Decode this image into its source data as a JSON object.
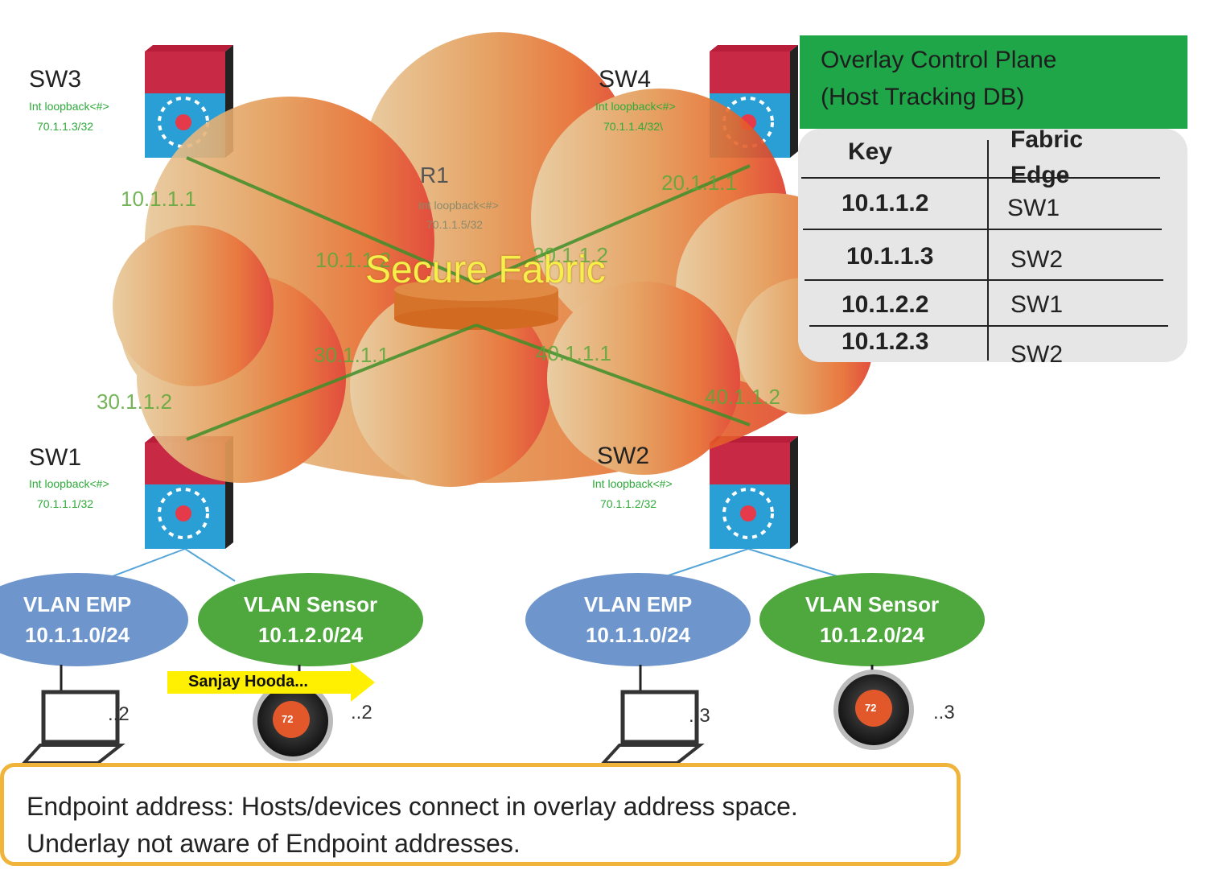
{
  "switches": {
    "sw3": {
      "name": "SW3",
      "loopback": "Int loopback<#>",
      "address": "70.1.1.3/32"
    },
    "sw4": {
      "name": "SW4",
      "loopback": "Int loopback<#>",
      "address": "70.1.1.4/32\\"
    },
    "sw1": {
      "name": "SW1",
      "loopback": "Int loopback<#>",
      "address": "70.1.1.1/32"
    },
    "sw2": {
      "name": "SW2",
      "loopback": "Int loopback<#>",
      "address": "70.1.1.2/32"
    }
  },
  "router": {
    "name": "R1",
    "loopback": "Int loopback<#>",
    "address": "70.1.1.5/32"
  },
  "cloud": {
    "label": "Secure Fabric"
  },
  "links": {
    "sw3_side": "10.1.1.1",
    "r1_to_sw3": "10.1.1.2",
    "sw4_side": "20.1.1.1",
    "r1_to_sw4": "20.1.1.2",
    "r1_to_sw1": "30.1.1.1",
    "sw1_side": "30.1.1.2",
    "r1_to_sw2": "40.1.1.1",
    "sw2_side": "40.1.1.2"
  },
  "control_plane": {
    "line1": "Overlay Control  Plane",
    "line2": "(Host Tracking DB)"
  },
  "tracking_table": {
    "headers": [
      "Key",
      "Fabric Edge"
    ],
    "rows": [
      {
        "key": "10.1.1.2",
        "edge": "SW1"
      },
      {
        "key": "10.1.1.3",
        "edge": "SW2"
      },
      {
        "key": "10.1.2.2",
        "edge": "SW1"
      },
      {
        "key": "10.1.2.3",
        "edge": "SW2"
      }
    ]
  },
  "vlans": [
    {
      "name": "VLAN EMP",
      "subnet": "10.1.1.0/24",
      "color": "#6e96cc"
    },
    {
      "name": "VLAN Sensor",
      "subnet": "10.1.2.0/24",
      "color": "#4fa83e"
    },
    {
      "name": "VLAN EMP",
      "subnet": "10.1.1.0/24",
      "color": "#6e96cc"
    },
    {
      "name": "VLAN Sensor",
      "subnet": "10.1.2.0/24",
      "color": "#4fa83e"
    }
  ],
  "hosts": [
    {
      "type": "laptop",
      "suffix": "..2"
    },
    {
      "type": "thermostat",
      "suffix": "..2",
      "reading": "72"
    },
    {
      "type": "laptop",
      "suffix": "..3"
    },
    {
      "type": "thermostat",
      "suffix": "..3",
      "reading": "72"
    }
  ],
  "presenter_banner": "Sanjay Hooda...",
  "note": {
    "line1": "Endpoint address: Hosts/devices connect in overlay address space.",
    "line2": "Underlay  not aware of Endpoint addresses."
  },
  "colors": {
    "fabric_links": "#3f8f2a",
    "control_plane": "#1fa648",
    "note_border": "#f0b43a",
    "banner": "#ffef00"
  }
}
